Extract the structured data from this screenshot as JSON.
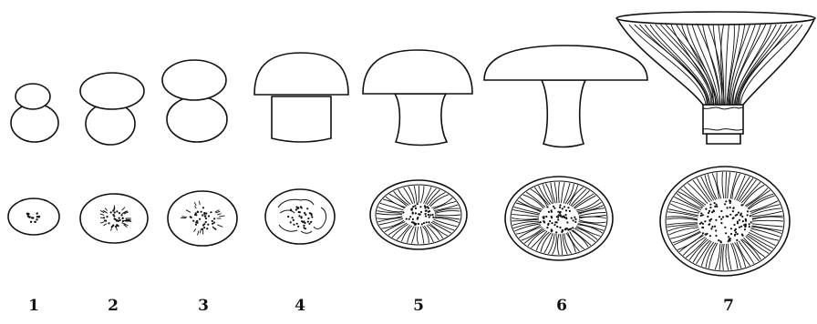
{
  "stages": [
    {
      "label": "1"
    },
    {
      "label": "2"
    },
    {
      "label": "3"
    },
    {
      "label": "4"
    },
    {
      "label": "5"
    },
    {
      "label": "6"
    },
    {
      "label": "7"
    }
  ],
  "colors": {
    "ink": "#111111",
    "background": "#ffffff"
  }
}
